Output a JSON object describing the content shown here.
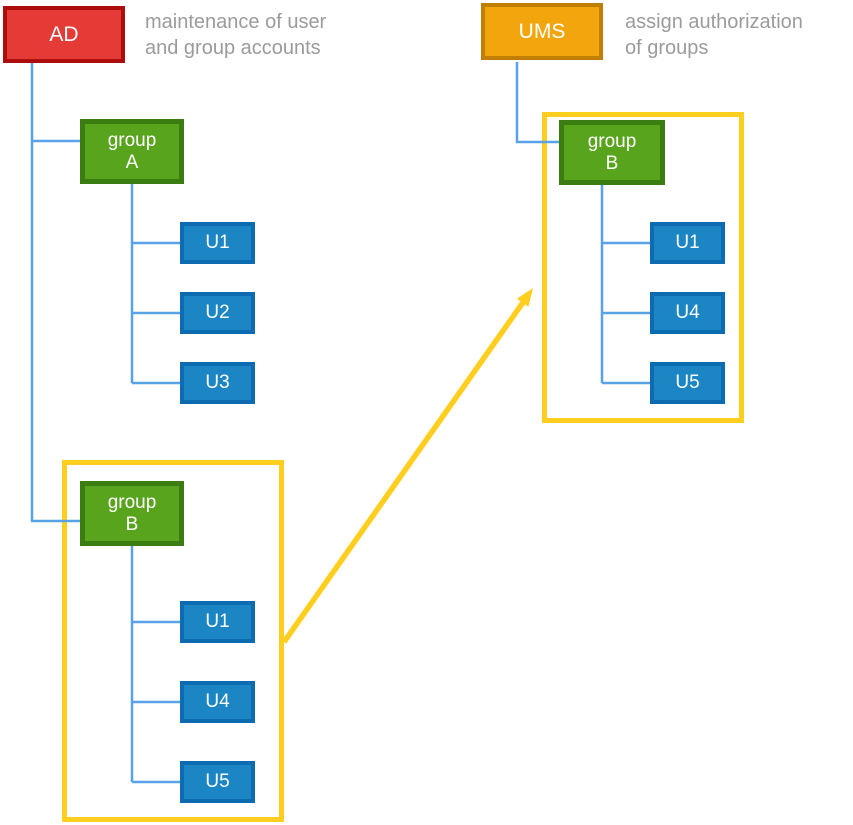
{
  "colors": {
    "red": "#e53b36",
    "red_border": "#ad0d0d",
    "orange": "#f2a50c",
    "orange_border": "#c07f04",
    "green": "#58a41d",
    "green_border": "#3b7d10",
    "blue": "#1b86c3",
    "blue_border": "#0d6cb1",
    "connector": "#59a2e8",
    "highlight": "#ffce1f",
    "caption_text": "#9b9b9b",
    "box_text": "#ffffff"
  },
  "ad_system": {
    "label": "AD",
    "caption": "maintenance of user and group accounts",
    "group_a": {
      "name_lines": [
        "group",
        "A"
      ],
      "users": [
        "U1",
        "U2",
        "U3"
      ]
    },
    "group_b": {
      "name_lines": [
        "group",
        "B"
      ],
      "users": [
        "U1",
        "U4",
        "U5"
      ]
    }
  },
  "ums_system": {
    "label": "UMS",
    "caption": "assign authorization of groups",
    "group_b": {
      "name_lines": [
        "group",
        "B"
      ],
      "users": [
        "U1",
        "U4",
        "U5"
      ]
    }
  }
}
